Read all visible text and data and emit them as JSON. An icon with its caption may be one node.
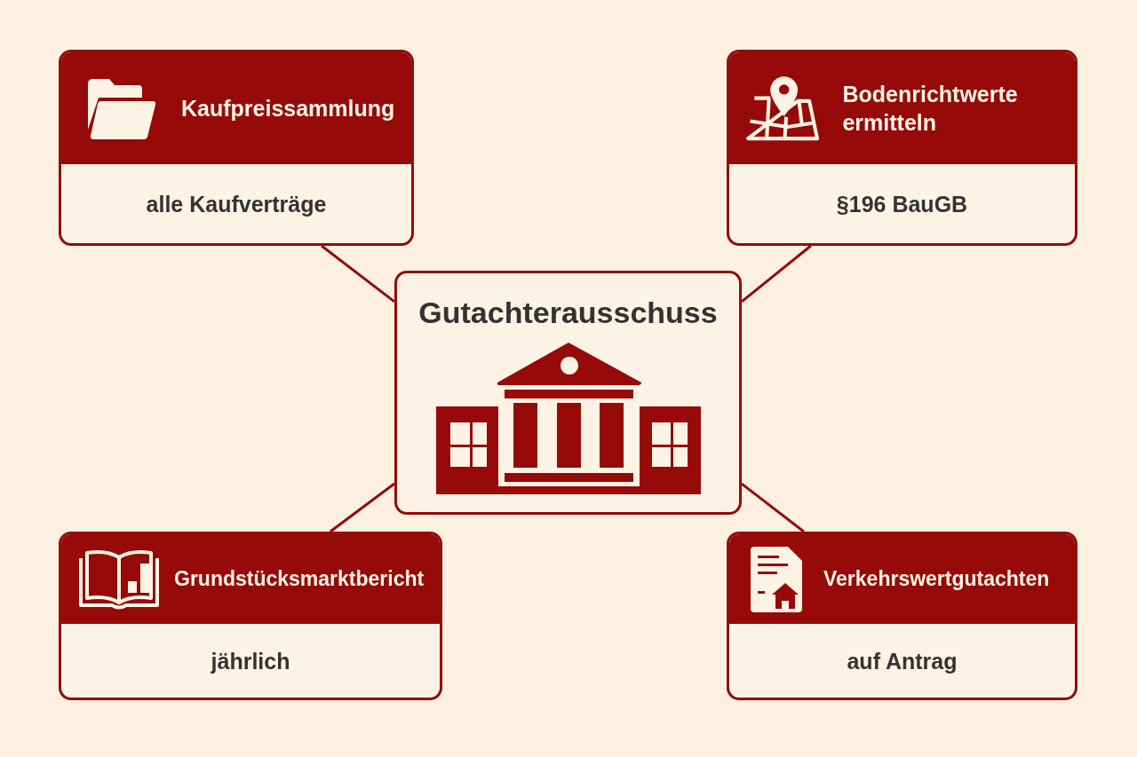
{
  "diagram": {
    "nodes": [
      {
        "text": [
          "Kaufpreissammlung",
          "alle Kaufverträge"
        ]
      },
      {
        "text": [
          "Bodenrichtwerte ermitteln",
          "§196 BauGB"
        ]
      },
      {
        "text": [
          "Gutachterausschuss"
        ]
      },
      {
        "text": [
          "Grundstücksmarktbericht",
          "jährlich"
        ]
      },
      {
        "text": [
          "Verkehrswertgutachten",
          "auf Antrag"
        ]
      }
    ],
    "edges": [
      {
        "from": 2,
        "to": 0,
        "arrow": "none"
      },
      {
        "from": 2,
        "to": 1,
        "arrow": "none"
      },
      {
        "from": 2,
        "to": 3,
        "arrow": "none"
      },
      {
        "from": 2,
        "to": 4,
        "arrow": "none"
      }
    ]
  }
}
